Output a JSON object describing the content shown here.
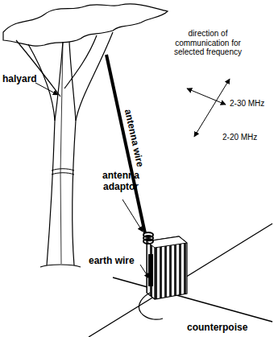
{
  "diagram": {
    "labels": [
      "direction of communication for selected frequency",
      "2-30 MHz",
      "2-20 MHz",
      "halyard",
      "antenna wire",
      "antenna adaptor",
      "earth wire",
      "counterpoise"
    ]
  }
}
